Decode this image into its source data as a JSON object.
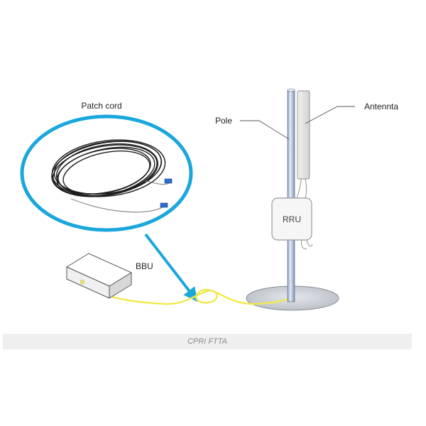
{
  "labels": {
    "patch_cord": "Patch cord",
    "pole": "Pole",
    "antenna": "Antennta",
    "rru": "RRU",
    "bbu": "BBU"
  },
  "caption": "CPRI FTTA",
  "colors": {
    "highlight": "#1aa7dc",
    "fiber": "#f5ef5a",
    "pole": "#c9d7ea",
    "box": "#f6f6f6",
    "base": "#cfd3d8"
  }
}
